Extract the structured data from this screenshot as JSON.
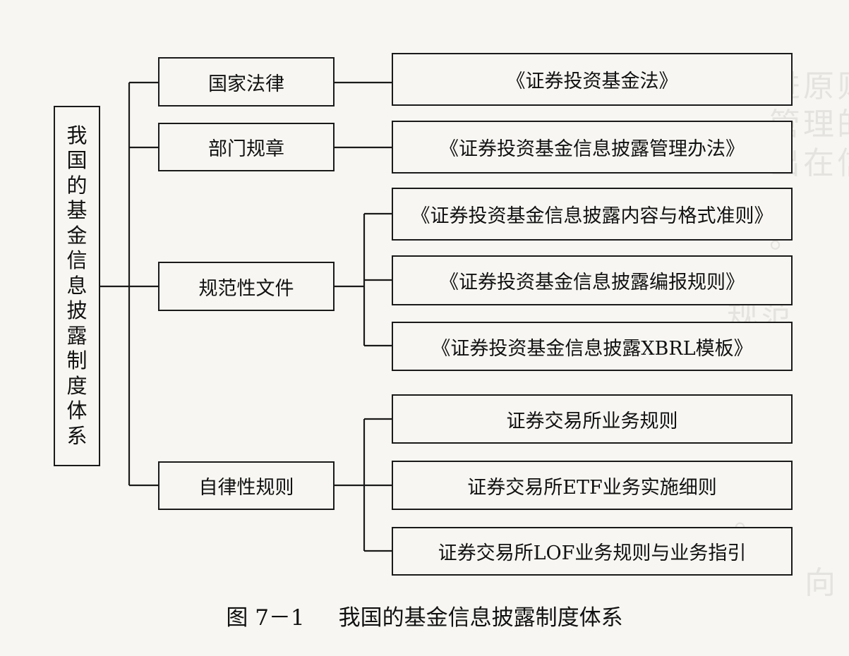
{
  "diagram": {
    "root": "我国的基金信息披露制度体系",
    "categories": [
      {
        "label": "国家法律",
        "children": [
          "《证券投资基金法》"
        ]
      },
      {
        "label": "部门规章",
        "children": [
          "《证券投资基金信息披露管理办法》"
        ]
      },
      {
        "label": "规范性文件",
        "children": [
          "《证券投资基金信息披露内容与格式准则》",
          "《证券投资基金信息披露编报规则》",
          "《证券投资基金信息披露XBRL模板》"
        ]
      },
      {
        "label": "自律性规则",
        "children": [
          "证券交易所业务规则",
          "证券交易所ETF业务实施细则",
          "证券交易所LOF业务规则与业务指引"
        ]
      }
    ],
    "figure_number": "图 7－1",
    "caption": "我国的基金信息披露制度体系"
  }
}
